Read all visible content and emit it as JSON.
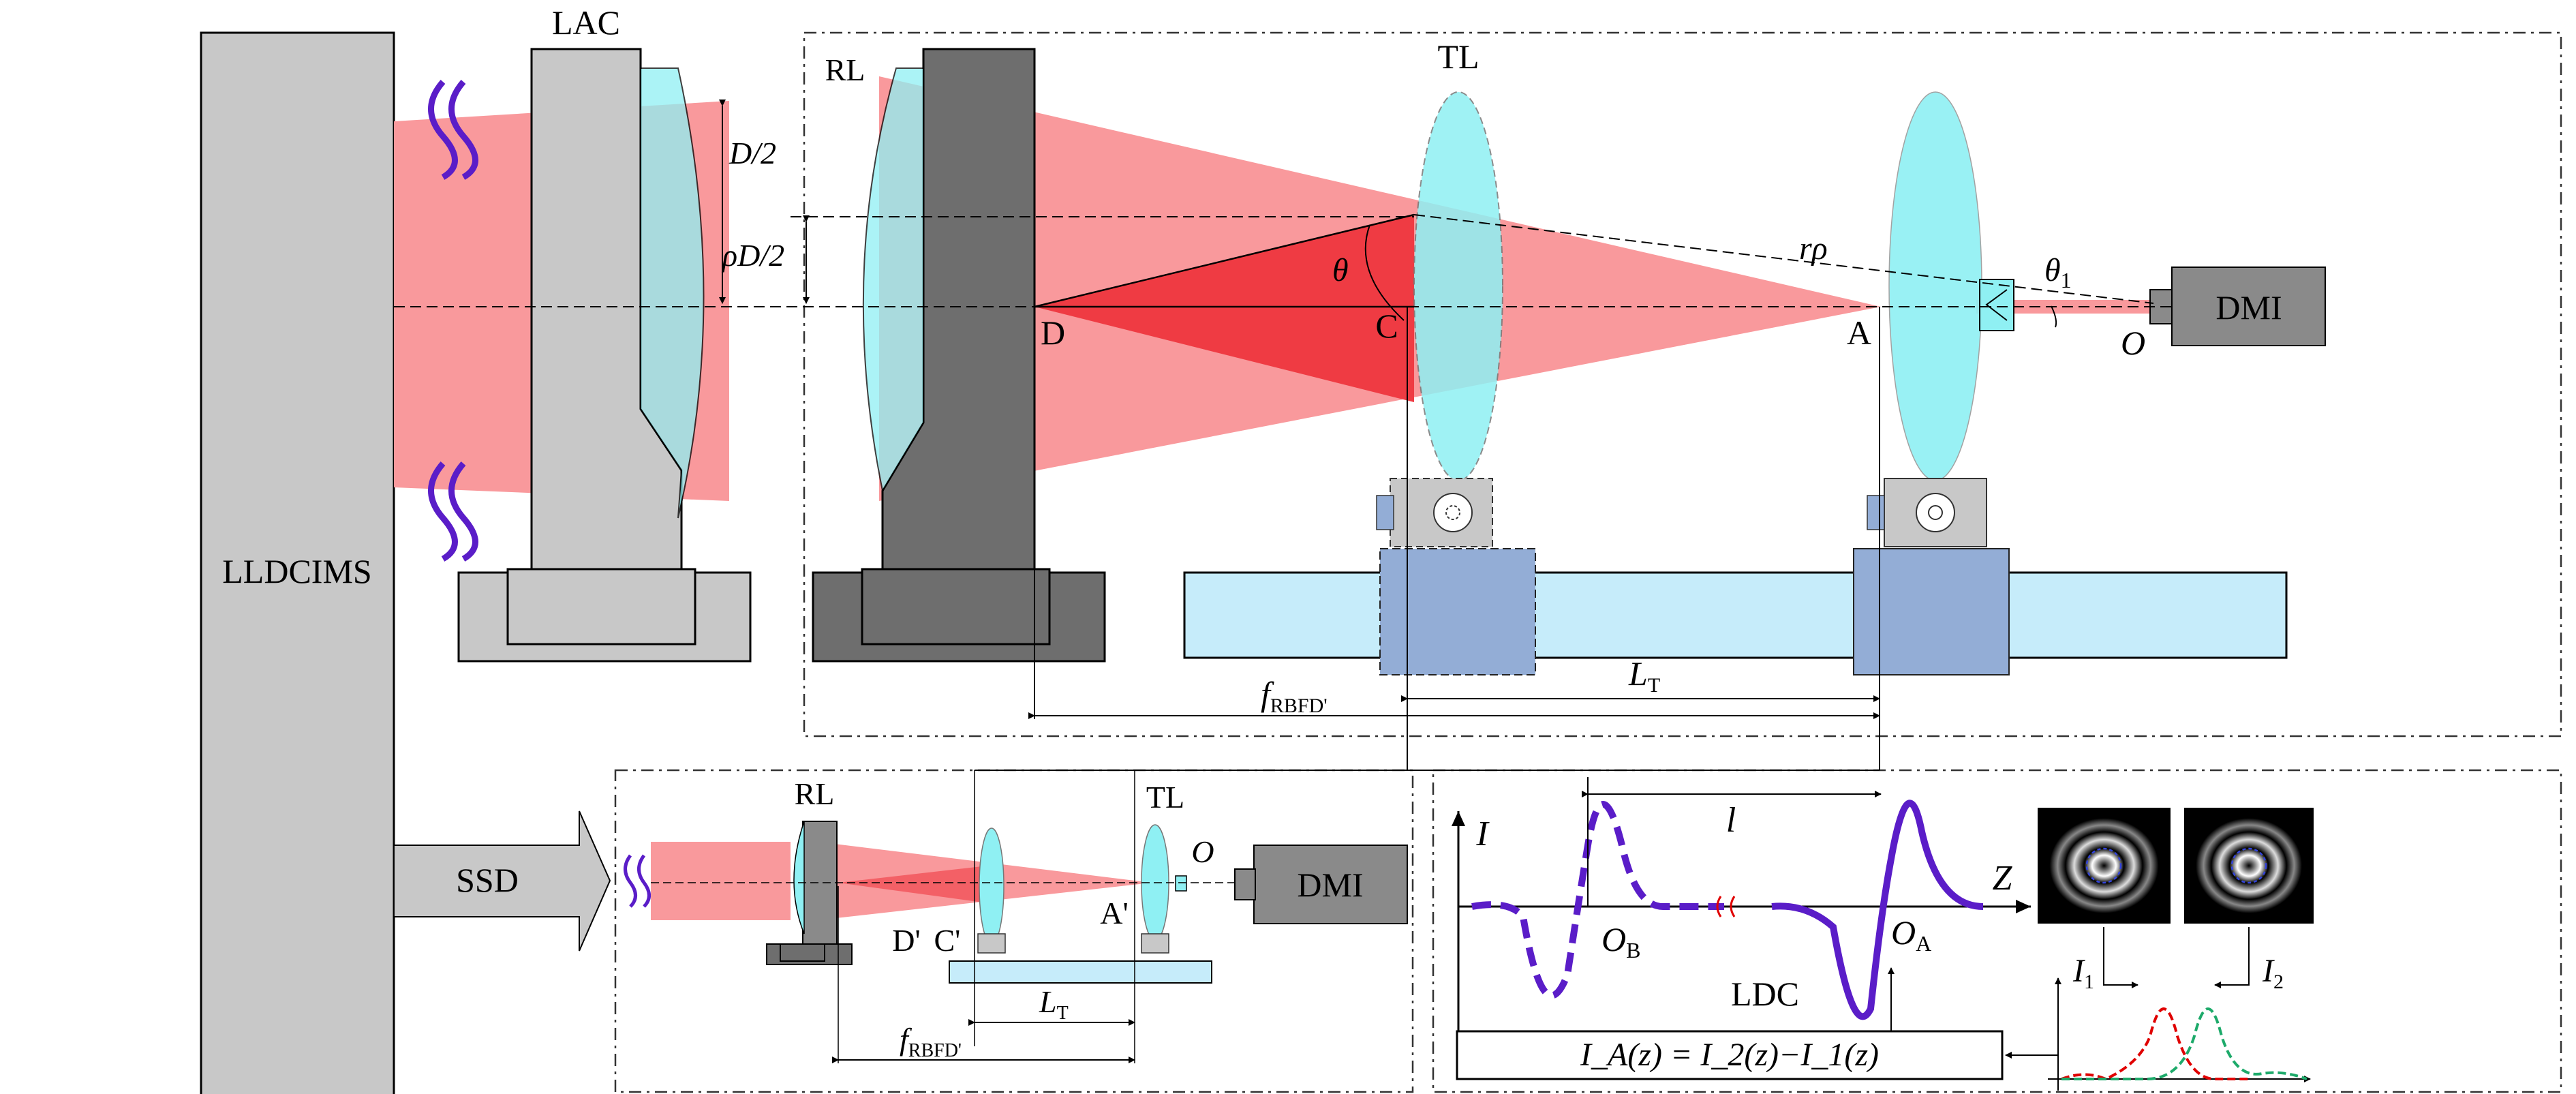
{
  "labels": {
    "lldcims": "LLDCIMS",
    "lac": "LAC",
    "rl": "RL",
    "tl": "TL",
    "dmi": "DMI",
    "ssd": "SSD",
    "ldc": "LDC",
    "d_half": "D/2",
    "rho_d_half": "ρD/2",
    "theta": "θ",
    "theta1": "θ",
    "theta1_sub": "1",
    "r_rho": "rρ",
    "point_d": "D",
    "point_c": "C",
    "point_a": "A",
    "point_o": "O",
    "f_main": "f",
    "f_sub": "RBFD'",
    "lt_main": "L",
    "lt_sub": "T",
    "rl_small": "RL",
    "tl_small": "TL",
    "dmi_small": "DMI",
    "o_small": "O",
    "point_d_prime": "D'",
    "point_c_prime": "C'",
    "point_a_prime": "A'",
    "f_small_main": "f",
    "f_small_sub": "RBFD'",
    "lt_small_main": "L",
    "lt_small_sub": "T",
    "axis_i": "I",
    "axis_z": "Z",
    "dist_l": "l",
    "ob_main": "O",
    "ob_sub": "B",
    "oa_main": "O",
    "oa_sub": "A",
    "i1_main": "I",
    "i1_sub": "1",
    "i2_main": "I",
    "i2_sub": "2",
    "formula": "I_A(z) = I_2(z)−I_1(z)"
  },
  "colors": {
    "beam_light": "#f9999c",
    "beam_dark": "#ef3b43",
    "lens_cyan": "#8ff0f3",
    "housing_light": "#c8c8c8",
    "housing_dark": "#6e6e6e",
    "rail": "#c6ecfa",
    "carriage": "#93add6",
    "curve_purple": "#5a1dc8",
    "red_profile": "#e00000",
    "green_profile": "#1daa6a"
  }
}
